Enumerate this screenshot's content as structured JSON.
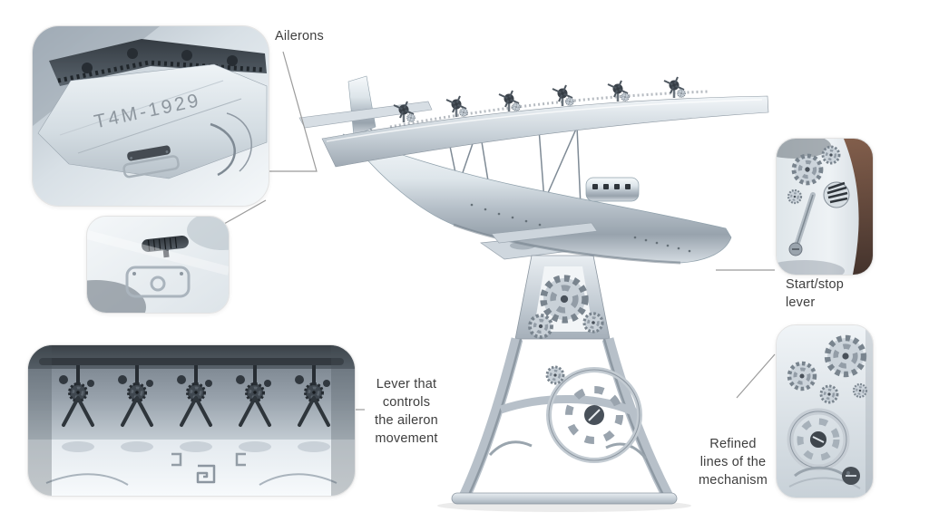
{
  "scene": {
    "background": "#ffffff",
    "subject": "chrome mechanical model seaplane on geared display stand with five photo callouts"
  },
  "labels": {
    "ailerons": "Ailerons",
    "aileron_lever": "Lever that\ncontrols\nthe aileron\nmovement",
    "start_stop": "Start/stop\nlever",
    "refined_lines": "Refined\nlines of the\nmechanism"
  },
  "engravings": {
    "wing_marking": "T4M-1929"
  },
  "colors": {
    "chrome_light": "#f2f6f9",
    "chrome_mid": "#c3ccd4",
    "chrome_dark": "#828d98",
    "metal_shadow": "#3c434a",
    "label_text": "#3e3e3e",
    "connector": "#9b9b9b",
    "wood_backdrop": "#6b4a3a"
  }
}
